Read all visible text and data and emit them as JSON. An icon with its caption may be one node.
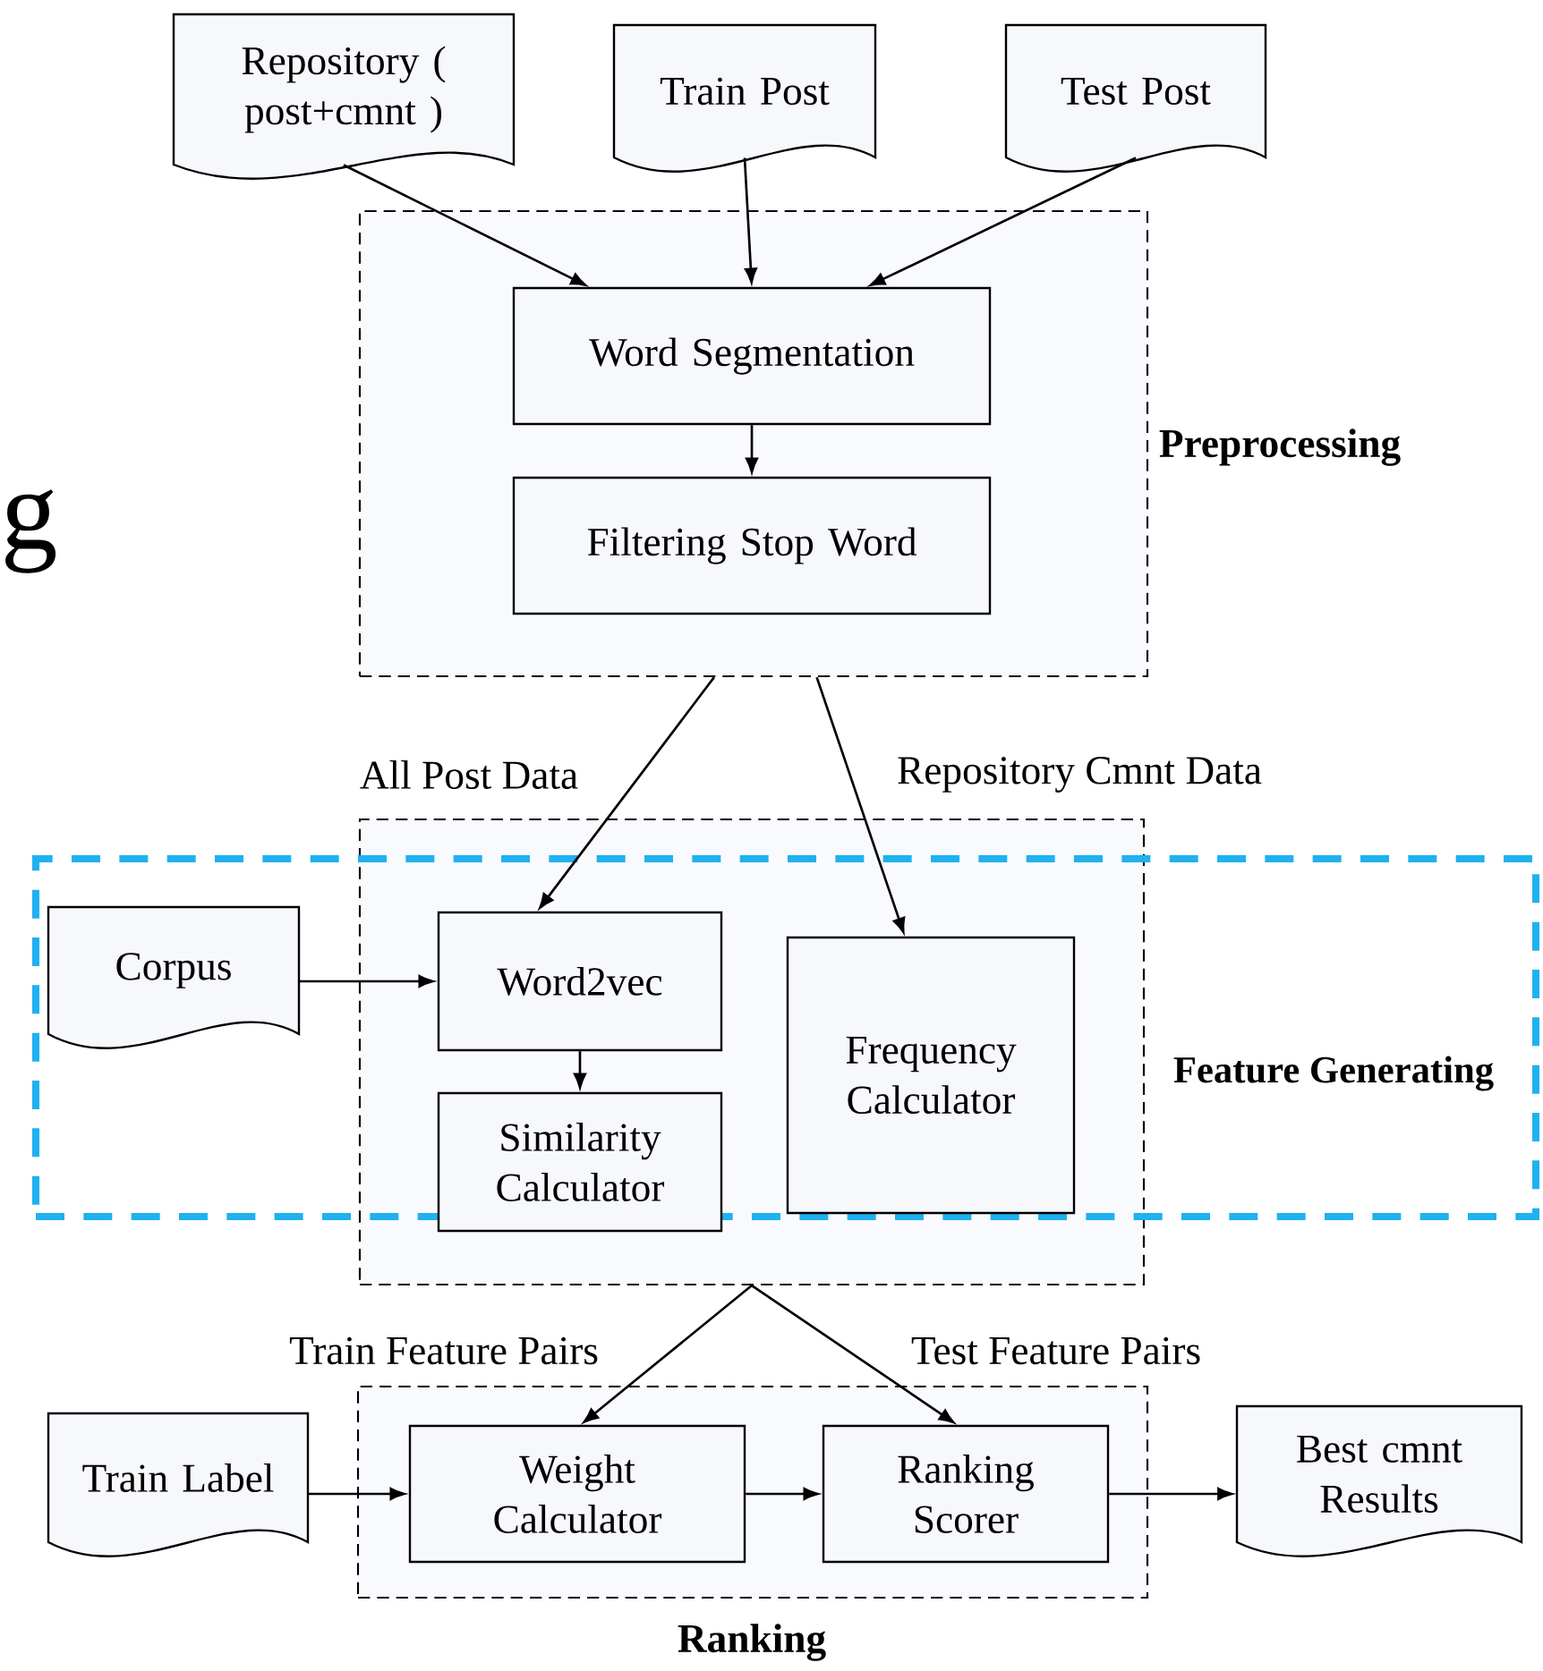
{
  "diagram": {
    "nodes": [
      {
        "text": [
          "Repository ( post+cmnt )"
        ]
      },
      {
        "text": [
          "Train Post"
        ]
      },
      {
        "text": [
          "Test Post"
        ]
      },
      {
        "text": [
          "Preprocessing"
        ]
      },
      {
        "text": [
          "Word Segmentation"
        ],
        "in": 3
      },
      {
        "text": [
          "Filtering Stop Word"
        ],
        "in": 3
      },
      {
        "text": [],
        "shape": "box"
      },
      {
        "text": [
          "Feature Generating"
        ]
      },
      {
        "text": [
          "Corpus"
        ],
        "in": 7
      },
      {
        "text": [
          "Word2vec"
        ]
      },
      {
        "text": [
          "Similarity Calculator"
        ],
        "in": 6
      },
      {
        "text": [
          "Frequency Calculator"
        ]
      },
      {
        "text": [
          "Ranking"
        ]
      },
      {
        "text": [
          "Train Label"
        ]
      },
      {
        "text": [
          "Weight Calculator"
        ],
        "in": 12
      },
      {
        "text": [
          "Ranking Scorer"
        ],
        "in": 12
      },
      {
        "text": [
          "Best cmnt Results"
        ]
      }
    ],
    "edges": [
      {
        "from": 0,
        "to": 4,
        "arrow": "to"
      },
      {
        "from": 1,
        "to": 4,
        "arrow": "to"
      },
      {
        "from": 2,
        "to": 4,
        "arrow": "to"
      },
      {
        "from": 4,
        "to": 5,
        "arrow": "to"
      },
      {
        "from": 3,
        "to": 9,
        "arrow": "to",
        "label": "All Post Data"
      },
      {
        "from": 3,
        "to": 11,
        "arrow": "to",
        "label": "Repository Cmnt Data"
      },
      {
        "from": 8,
        "to": 9,
        "arrow": "to"
      },
      {
        "from": 9,
        "to": 10,
        "arrow": "to"
      },
      {
        "from": 6,
        "to": 14,
        "arrow": "to",
        "label": "Train Feature Pairs"
      },
      {
        "from": 6,
        "to": 15,
        "arrow": "to",
        "label": "Test Feature Pairs"
      },
      {
        "from": 13,
        "to": 14,
        "arrow": "to"
      },
      {
        "from": 14,
        "to": 15,
        "arrow": "to"
      },
      {
        "from": 15,
        "to": 16,
        "arrow": "to"
      }
    ],
    "labels": [
      "g"
    ]
  }
}
